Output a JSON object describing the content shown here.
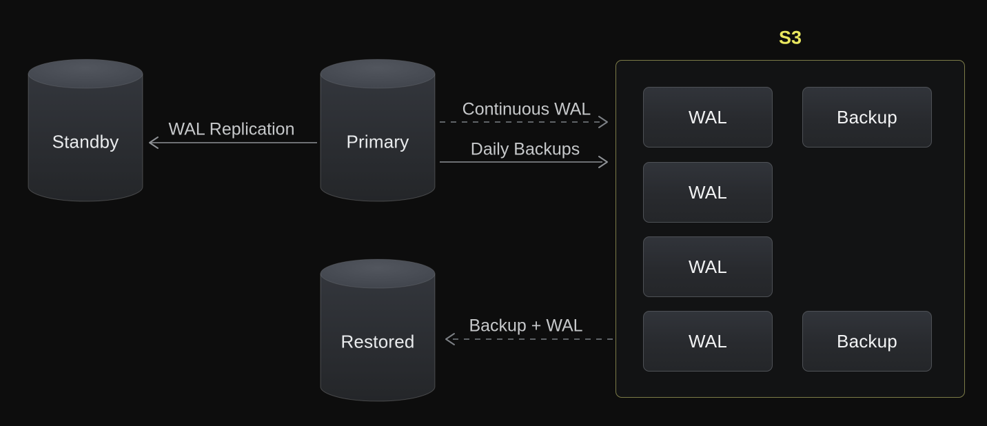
{
  "nodes": {
    "standby": {
      "label": "Standby",
      "shape": "database-cylinder"
    },
    "primary": {
      "label": "Primary",
      "shape": "database-cylinder"
    },
    "restored": {
      "label": "Restored",
      "shape": "database-cylinder"
    }
  },
  "arrows": {
    "wal_replication": {
      "label": "WAL Replication",
      "style": "solid",
      "from": "primary",
      "to": "standby"
    },
    "continuous_wal": {
      "label": "Continuous WAL",
      "style": "dashed",
      "from": "primary",
      "to": "s3"
    },
    "daily_backups": {
      "label": "Daily Backups",
      "style": "solid",
      "from": "primary",
      "to": "s3"
    },
    "backup_plus_wal": {
      "label": "Backup + WAL",
      "style": "dashed",
      "from": "s3",
      "to": "restored"
    }
  },
  "s3": {
    "title": "S3",
    "items": [
      {
        "label": "WAL",
        "row": 1,
        "col": 1
      },
      {
        "label": "Backup",
        "row": 1,
        "col": 2
      },
      {
        "label": "WAL",
        "row": 2,
        "col": 1
      },
      {
        "label": "WAL",
        "row": 3,
        "col": 1
      },
      {
        "label": "WAL",
        "row": 4,
        "col": 1
      },
      {
        "label": "Backup",
        "row": 4,
        "col": 2
      }
    ]
  },
  "colors": {
    "bg": "#0d0d0d",
    "s3_accent": "#e9e75f",
    "s3_border": "#7d7c48",
    "s3_fill": "#121314",
    "node_label": "#e9ebed",
    "item_label": "#f2f3f4",
    "arrow_label": "#c6c8ca",
    "arrow_line": "#8f9296",
    "arrow_line_dashed": "#7d8186",
    "item_border": "#4e5156"
  }
}
